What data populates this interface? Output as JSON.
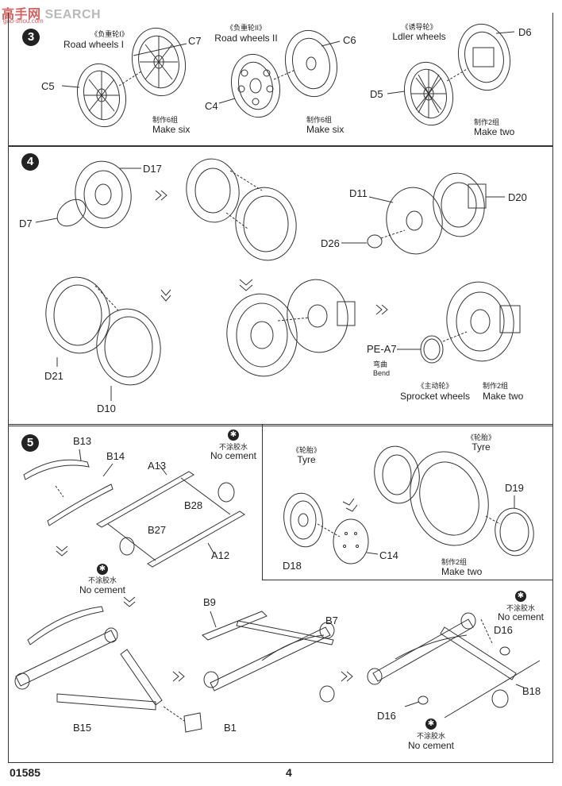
{
  "watermark": {
    "brand": "SEARCH",
    "sub": "gao-shou.com",
    "logo_left": "高手",
    "logo_right": "网"
  },
  "footer": {
    "code": "01585",
    "page": "4"
  },
  "steps": {
    "s3": "3",
    "s4": "4",
    "s5": "5"
  },
  "step3": {
    "road1_cn": "《负重轮I》",
    "road1_en": "Road wheels I",
    "road2_cn": "《负重轮II》",
    "road2_en": "Road wheels II",
    "idler_cn": "《诱导轮》",
    "idler_en": "Ldler wheels",
    "make6a_cn": "制作6组",
    "make6a_en": "Make six",
    "make6b_cn": "制作6组",
    "make6b_en": "Make six",
    "make2_cn": "制作2组",
    "make2_en": "Make two",
    "parts": {
      "c7": "C7",
      "c5": "C5",
      "c6": "C6",
      "c4": "C4",
      "d6": "D6",
      "d5": "D5"
    }
  },
  "step4": {
    "parts": {
      "d17": "D17",
      "d7": "D7",
      "d11": "D11",
      "d20": "D20",
      "d26": "D26",
      "d21": "D21",
      "d10": "D10",
      "pea7": "PE-A7"
    },
    "bend_cn": "弯曲",
    "bend_en": "Bend",
    "sprocket_cn": "《主动轮》",
    "sprocket_en": "Sprocket wheels",
    "make2_cn": "制作2组",
    "make2_en": "Make two"
  },
  "step5": {
    "parts": {
      "b13": "B13",
      "b14": "B14",
      "a13": "A13",
      "b28": "B28",
      "b27": "B27",
      "a12": "A12",
      "b15": "B15",
      "b1": "B1",
      "b9": "B9",
      "b7": "B7",
      "d16a": "D16",
      "d16b": "D16",
      "b18": "B18",
      "d18": "D18",
      "c14": "C14",
      "d19": "D19"
    },
    "nocement_cn": "不涂胶水",
    "nocement_en": "No cement",
    "tyre1_cn": "《轮胎》",
    "tyre1_en": "Tyre",
    "tyre2_cn": "《轮胎》",
    "tyre2_en": "Tyre",
    "make2_cn": "制作2组",
    "make2_en": "Make two"
  }
}
